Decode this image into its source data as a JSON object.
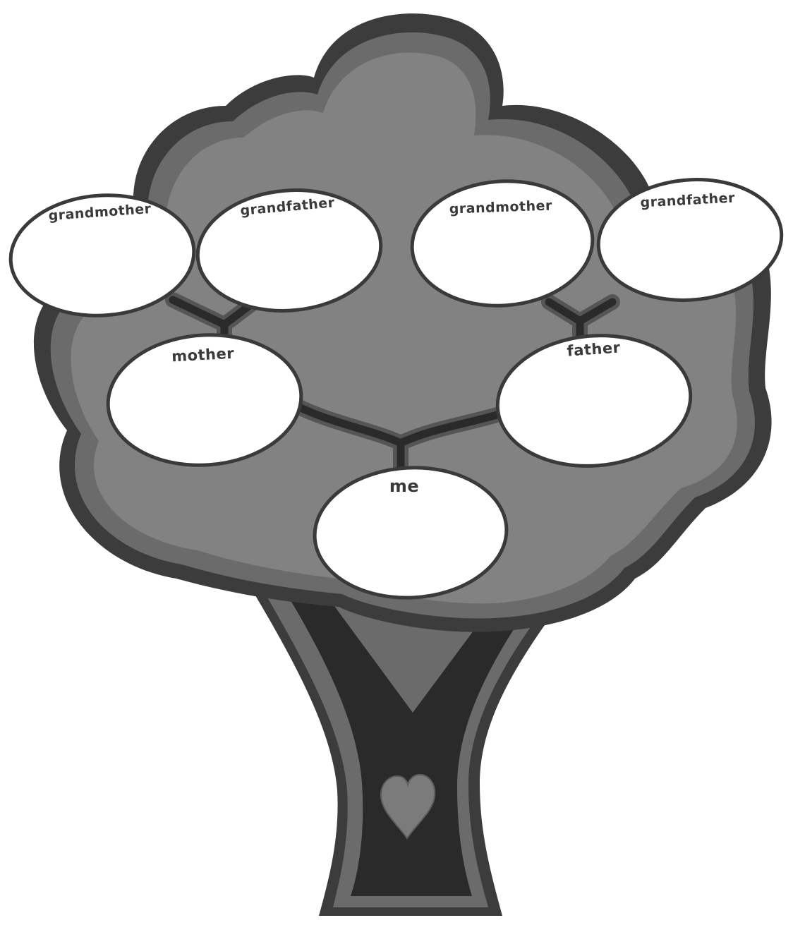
{
  "tree": {
    "colors": {
      "outline": "#3c3c3c",
      "rim": "#6b6b6b",
      "canopy": "#828282",
      "trunk_inner": "#2a2a2a",
      "heart": "#7b7b7b",
      "node_fill": "#ffffff"
    },
    "nodes": {
      "paternal_grandmother": {
        "label": "grandmother"
      },
      "paternal_grandfather": {
        "label": "grandfather"
      },
      "maternal_grandmother": {
        "label": "grandmother"
      },
      "maternal_grandfather": {
        "label": "grandfather"
      },
      "mother": {
        "label": "mother"
      },
      "father": {
        "label": "father"
      },
      "me": {
        "label": "me"
      }
    },
    "decoration": {
      "trunk_icon": "heart-icon"
    }
  }
}
